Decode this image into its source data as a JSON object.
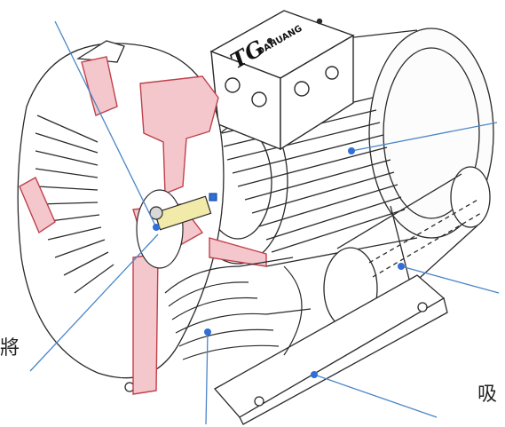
{
  "logo": {
    "text": "TGDAHUANG"
  },
  "labels": {
    "left_partial": "將",
    "right_partial": "吸"
  },
  "colors": {
    "outline": "#2a2a2a",
    "cutaway_fill": "#f4c7cc",
    "cutaway_stroke": "#c0404a",
    "leader": "#4a86c8",
    "accent": "#2f6fd6"
  }
}
